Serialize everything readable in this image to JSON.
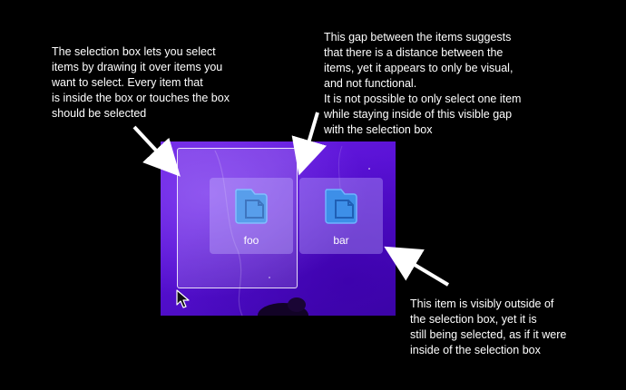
{
  "annotations": {
    "selection_box_note": "The selection box lets you select\nitems by drawing it over items you\nwant to select. Every item that\nis inside the box or touches the box\nshould be selected",
    "gap_note": "This gap between the items suggests\nthat there is a distance between the\nitems, yet it appears to only be visual,\nand not functional.\nIt is not possible to only select one item\nwhile staying inside of this visible gap\nwith the selection box",
    "outside_note": "This item is visibly outside of\nthe selection box, yet it is\nstill being selected, as if it were\ninside of the selection box"
  },
  "desktop": {
    "items": [
      {
        "label": "foo",
        "icon": "folder-icon"
      },
      {
        "label": "bar",
        "icon": "folder-icon"
      }
    ]
  },
  "colors": {
    "background": "#000000",
    "wallpaper": "#5a12d6",
    "folder": "#3d8fe8",
    "arrow": "#ffffff"
  }
}
